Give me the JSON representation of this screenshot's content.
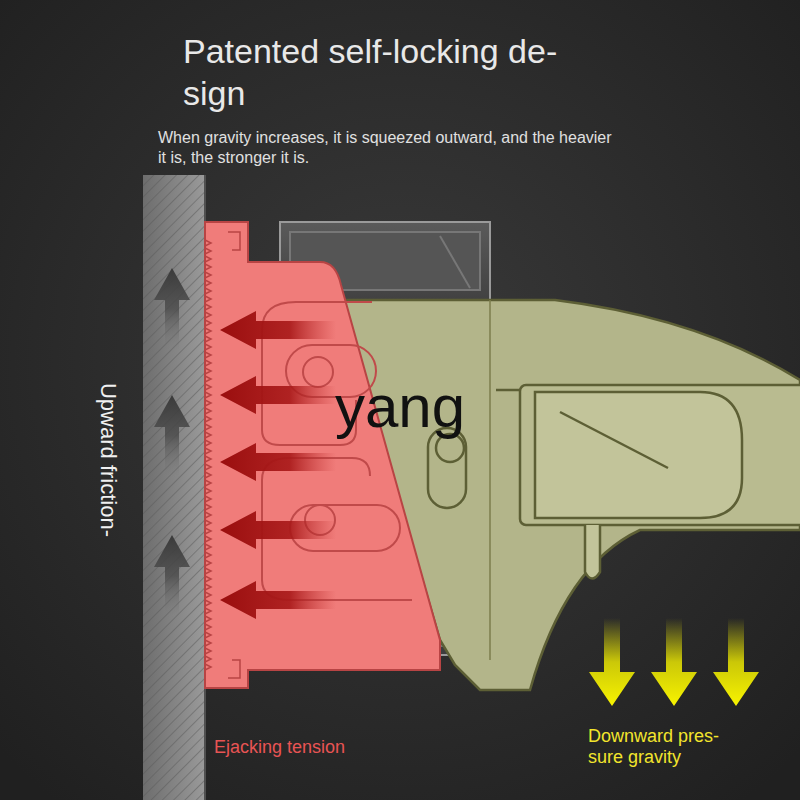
{
  "diagram": {
    "title": "Patented self-locking de- sign",
    "labels": [
      "When gravity increases, it is squeezed outward, and the heavier it is, the stronger it is.",
      "Upward friction-",
      "yang",
      "Ejacking tension",
      "Downward pres- sure gravity"
    ]
  }
}
